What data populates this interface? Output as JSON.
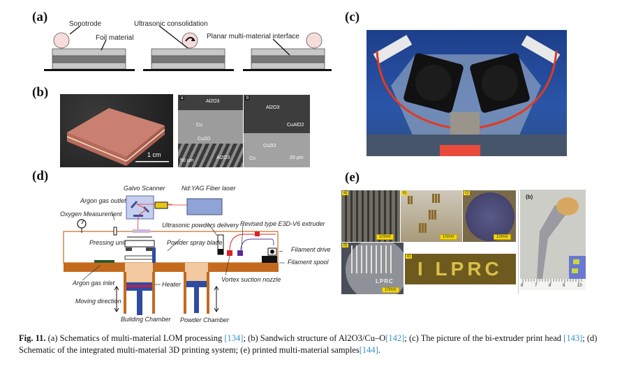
{
  "figure": {
    "panels": {
      "a": {
        "label": "(a)",
        "annotations": {
          "sonotrode": "Sonotrode",
          "foil": "Foil material",
          "ultrasonic": "Ultrasonic consolidation",
          "planar": "Planar multi-material interface"
        }
      },
      "b": {
        "label": "(b)",
        "photo_scale": "1 cm",
        "sem_a": {
          "tag": "a",
          "top": "Al2O3",
          "mid": "Cu",
          "arrow": "Cu2O",
          "bottom": "Al2O3",
          "scale": "50 µm"
        },
        "sem_b": {
          "tag": "b",
          "top": "Al2O3",
          "arrow": "CuAlO2",
          "mid": "Cu2O",
          "bottom": "Cu",
          "scale": "20 µm"
        }
      },
      "c": {
        "label": "(c)"
      },
      "d": {
        "label": "(d)",
        "annotations": {
          "galvo": "Galvo Scanner",
          "laser": "Nd:YAG Fiber laser",
          "argon_outlet": "Argon gas outlet",
          "oxygen": "Oxygen Measurement",
          "ultrasonic_delivery": "Ultrasonic powders delivery",
          "extruder": "Revised type E3D-V6 extruder",
          "pressing": "Pressing unit",
          "blade": "Powder spray blade",
          "filament_drive": "Filament drive",
          "filament_spool": "Filament spool",
          "argon_inlet": "Argon gas inlet",
          "vortex": "Vortex suction nozzle",
          "heater": "Heater",
          "moving": "Moving direction",
          "building": "Building Chamber",
          "powder": "Powder Chamber"
        }
      },
      "e": {
        "label": "(e)",
        "subpanels": [
          {
            "tag": "a)",
            "scale": "10mm"
          },
          {
            "tag": "b)",
            "scale": "10mm"
          },
          {
            "tag": "c)",
            "scale": "10mm"
          },
          {
            "tag": "d)",
            "scale": "10mm",
            "text": "LPRC"
          },
          {
            "tag": "e)",
            "text": "I LPRC"
          }
        ],
        "implant": {
          "tag": "(b)",
          "ruler_ticks": [
            "6",
            "7",
            "8",
            "9",
            "10"
          ]
        }
      }
    },
    "caption": {
      "fig_label": "Fig. 11.",
      "parts": [
        {
          "text": " (a) Schematics of multi-material LOM processing "
        },
        {
          "text": "[134]",
          "cite": true
        },
        {
          "text": "; (b) Sandwich structure of Al2O3/Cu–O"
        },
        {
          "text": "[142]",
          "cite": true
        },
        {
          "text": "; (c) The picture of the bi-extruder print head "
        },
        {
          "text": "[143]",
          "cite": true
        },
        {
          "text": "; (d) Schematic of the integrated multi-material 3D printing system; (e) printed multi-material samples"
        },
        {
          "text": "[144]",
          "cite": true
        },
        {
          "text": "."
        }
      ]
    }
  }
}
